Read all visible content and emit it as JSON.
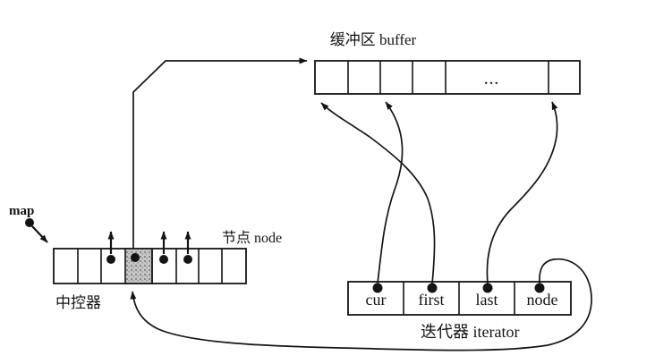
{
  "buffer": {
    "title": "缓冲区 buffer",
    "ellipsis": "..."
  },
  "map": {
    "pointer_label": "map",
    "controller_label": "中控器",
    "node_label": "节点 node"
  },
  "iterator": {
    "title": "迭代器 iterator",
    "fields": [
      "cur",
      "first",
      "last",
      "node"
    ]
  }
}
